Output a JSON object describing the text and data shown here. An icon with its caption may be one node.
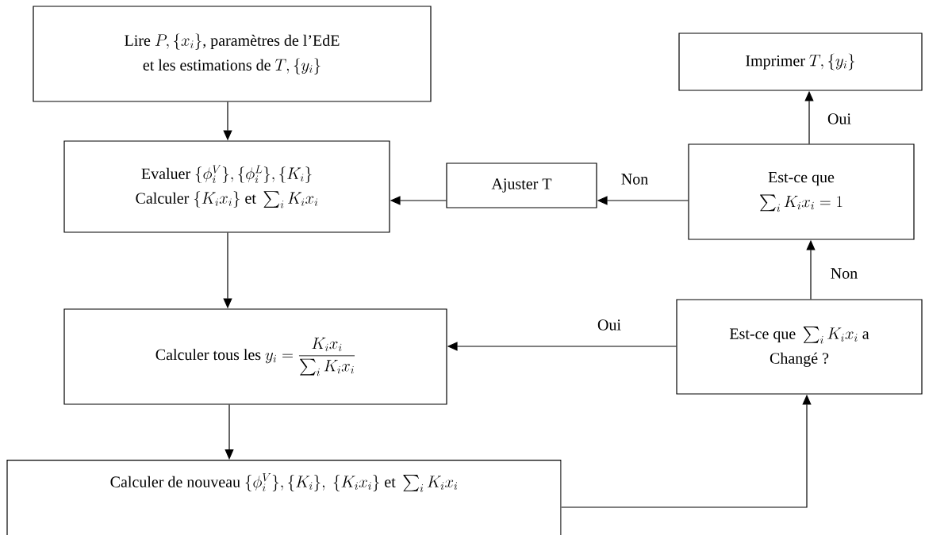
{
  "diagram": {
    "nodes": [
      {
        "text": [
          "\\text{Lire }P,\\{x_i\\}\\text{, paramètres de l’EdE}",
          "\\text{et les estimations de }T,\\{y_i\\}"
        ]
      },
      {
        "text": [
          "\\text{Evaluer }\\{\\phi_i^V\\},\\{\\phi_i^L\\},\\{K_i\\}",
          "\\text{Calculer }\\{K_ix_i\\}\\text{ et }\\sum\\nolimits_i K_ix_i"
        ]
      },
      {
        "text": [
          "Ajuster T"
        ]
      },
      {
        "text": [
          "\\text{Imprimer }T,\\{y_i\\}"
        ]
      },
      {
        "text": [
          "Est-ce que",
          "\\sum\\nolimits_i K_ix_i=1"
        ]
      },
      {
        "text": [
          "\\text{Calculer tous les }y_i=\\dfrac{K_ix_i}{\\sum_i K_ix_i}"
        ]
      },
      {
        "text": [
          "\\text{Est-ce que }\\sum\\nolimits_i K_ix_i\\text{ a}",
          "Changé ?"
        ]
      },
      {
        "text": [
          "\\text{Calculer de nouveau }\\{\\phi_i^V\\},\\{K_i\\},\\ \\{K_ix_i\\}\\text{ et }\\sum\\nolimits_i K_ix_i"
        ]
      }
    ],
    "edges": [
      {
        "from": 0,
        "to": 1,
        "arrow": "to"
      },
      {
        "from": 2,
        "to": 1,
        "arrow": "to"
      },
      {
        "from": 4,
        "to": 2,
        "arrow": "to",
        "label": "Non"
      },
      {
        "from": 4,
        "to": 3,
        "arrow": "to",
        "label": "Oui"
      },
      {
        "from": 6,
        "to": 4,
        "arrow": "to",
        "label": "Non"
      },
      {
        "from": 6,
        "to": 5,
        "arrow": "to",
        "label": "Oui"
      },
      {
        "from": 1,
        "to": 5,
        "arrow": "to"
      },
      {
        "from": 5,
        "to": 7,
        "arrow": "to"
      },
      {
        "from": 7,
        "to": 6,
        "arrow": "to"
      }
    ]
  }
}
